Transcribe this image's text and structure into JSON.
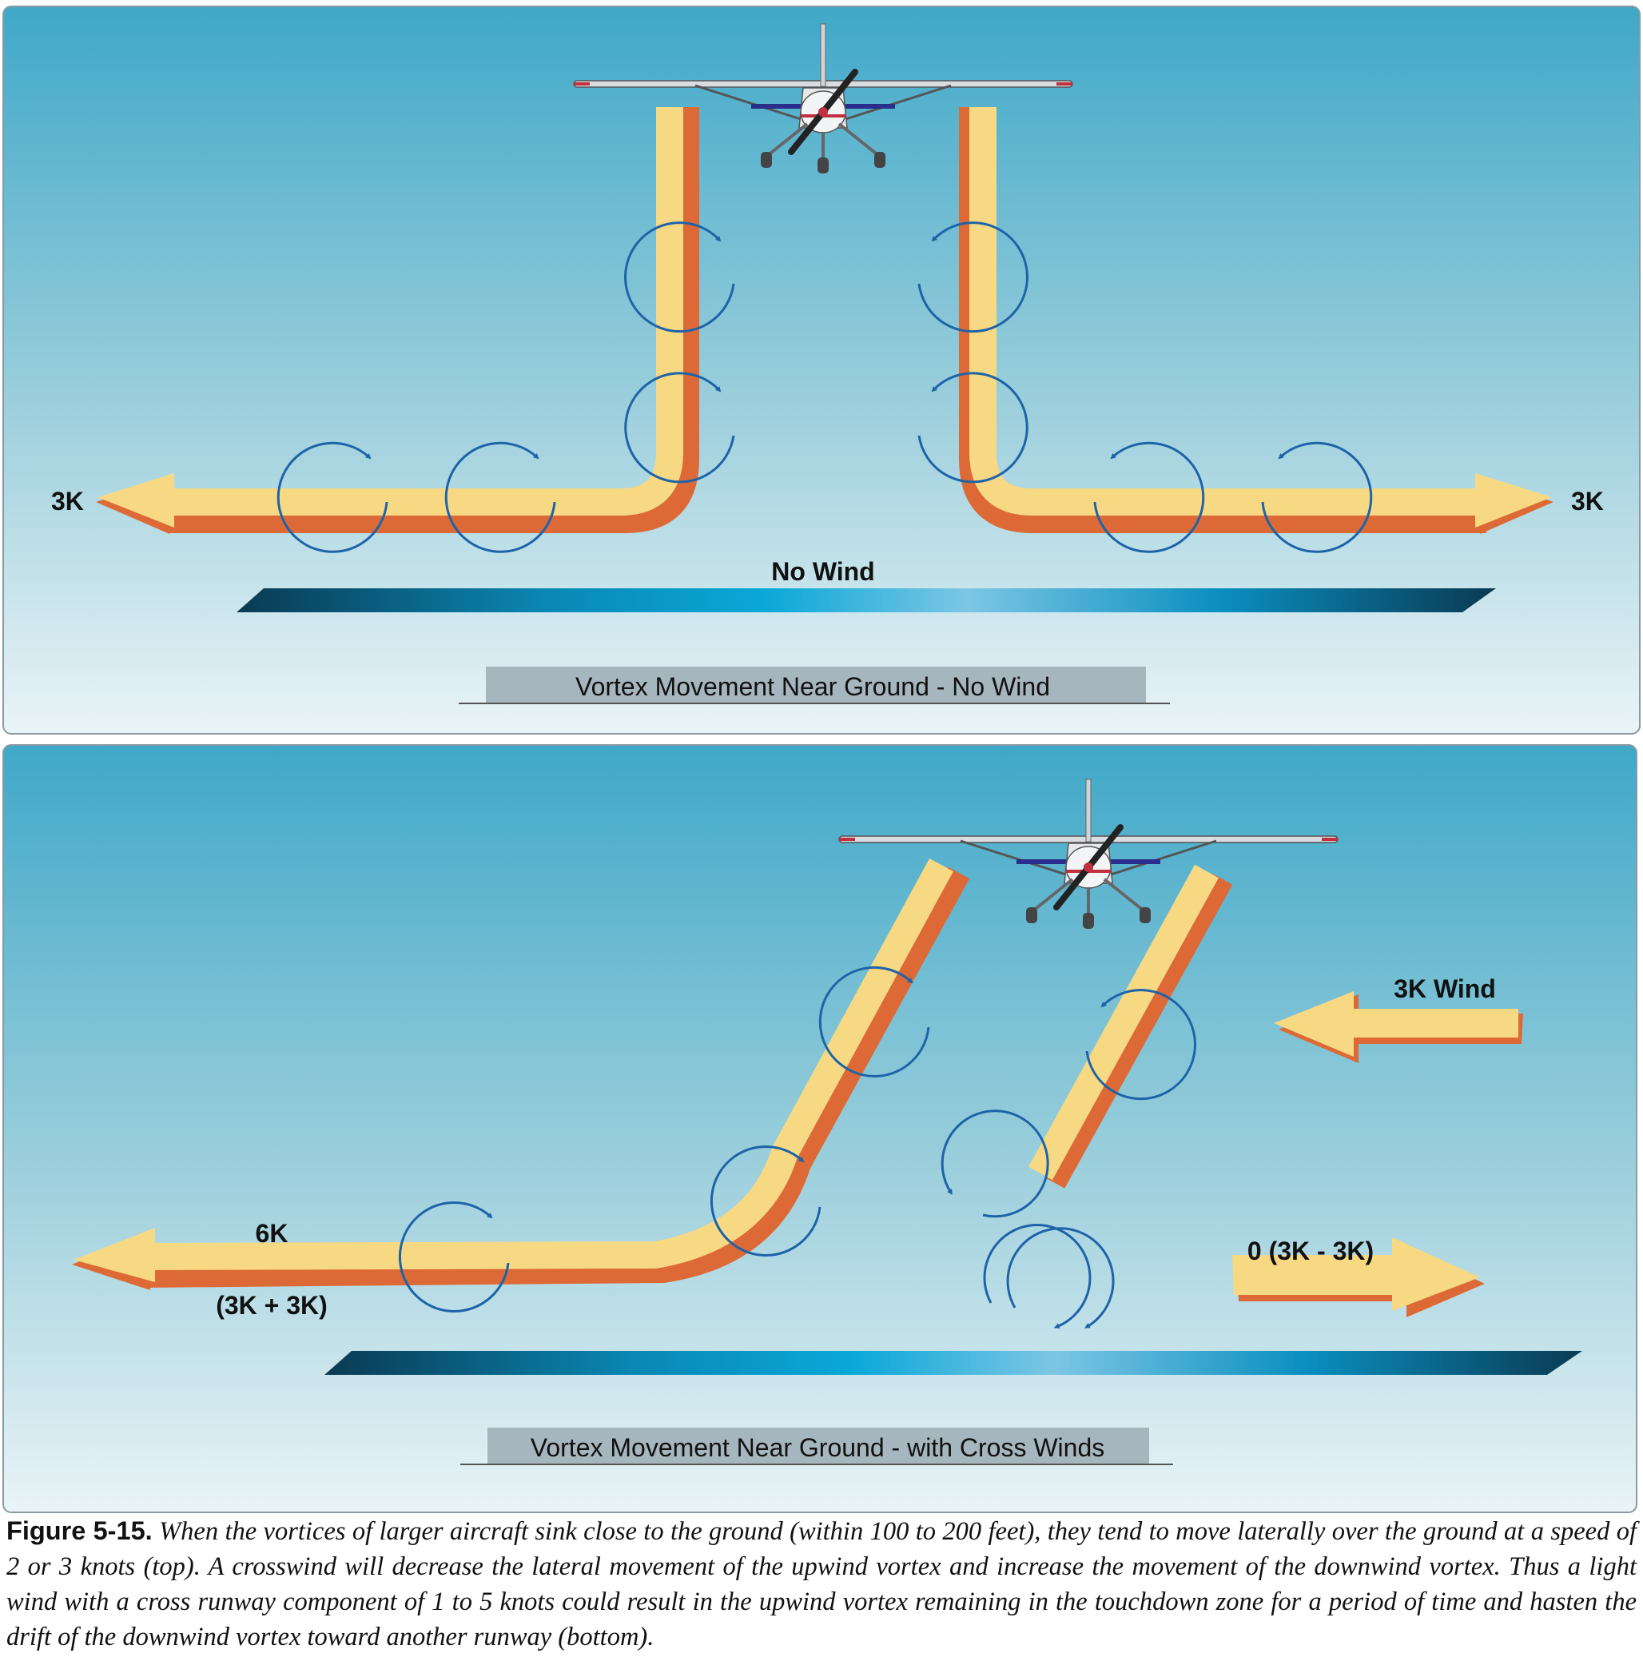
{
  "top_panel": {
    "title": "Vortex Movement Near Ground - No Wind",
    "wind_label": "No Wind",
    "left_speed": "3K",
    "right_speed": "3K"
  },
  "bottom_panel": {
    "title": "Vortex Movement Near Ground - with Cross Winds",
    "wind_label": "3K Wind",
    "left_speed": "6K",
    "left_formula": "(3K + 3K)",
    "right_speed": "0 (3K - 3K)"
  },
  "caption": {
    "figure_label": "Figure 5-15.",
    "text": "When the vortices of larger aircraft sink close to the ground (within 100 to 200 feet), they tend to move laterally over the ground at a speed of 2 or 3 knots (top). A crosswind will decrease the lateral movement of the upwind vortex and increase the movement of the downwind vortex. Thus a light wind with a cross runway component of 1 to 5 knots could result in the upwind vortex remaining in the touchdown zone for a period of time and hasten the drift of the downwind vortex toward another runway (bottom)."
  },
  "colors": {
    "sky_top": "#3fa8c8",
    "sky_bottom": "#e8f3f6",
    "trail": "#f7d983",
    "trail_edge": "#dd6a36",
    "vortex": "#1e63a8"
  },
  "icons": [
    "airplane-icon",
    "vortex-rotation-icon"
  ]
}
